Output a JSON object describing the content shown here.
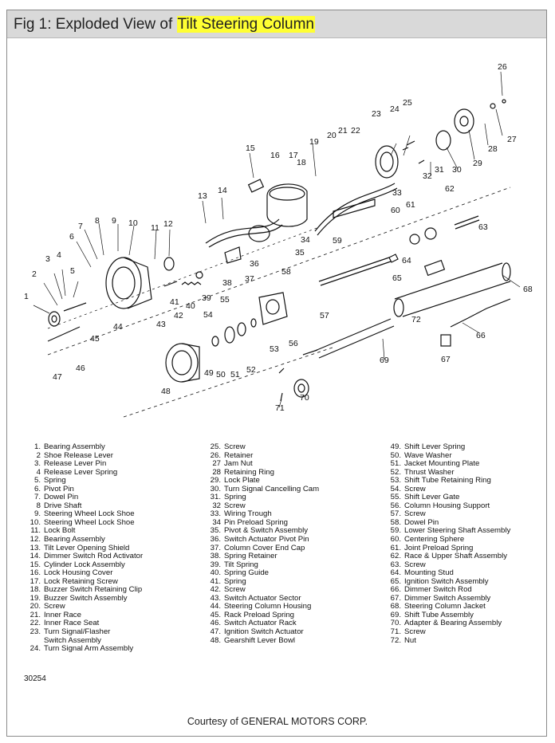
{
  "header": {
    "prefix": "Fig 1: Exploded View of ",
    "highlight": "Tilt Steering Column"
  },
  "callouts": [
    "1",
    "2",
    "3",
    "4",
    "5",
    "6",
    "7",
    "8",
    "9",
    "10",
    "11",
    "12",
    "13",
    "14",
    "15",
    "16",
    "17",
    "18",
    "19",
    "20",
    "21",
    "22",
    "23",
    "24",
    "25",
    "26",
    "27",
    "28",
    "29",
    "30",
    "31",
    "32",
    "33",
    "34",
    "35",
    "36",
    "37",
    "38",
    "39",
    "40",
    "41",
    "42",
    "43",
    "44",
    "45",
    "46",
    "47",
    "48",
    "49",
    "50",
    "51",
    "52",
    "53",
    "54",
    "55",
    "56",
    "57",
    "58",
    "59",
    "60",
    "61",
    "62",
    "63",
    "64",
    "65",
    "66",
    "67",
    "68",
    "69",
    "70",
    "71",
    "72"
  ],
  "legend": [
    {
      "n": "1.",
      "t": "Bearing Assembly"
    },
    {
      "n": "2",
      "t": "Shoe Release Lever"
    },
    {
      "n": "3.",
      "t": "Release Lever Pin"
    },
    {
      "n": "4",
      "t": "Release Lever Spring"
    },
    {
      "n": "5.",
      "t": "Spring"
    },
    {
      "n": "6.",
      "t": "Pivot Pin"
    },
    {
      "n": "7.",
      "t": "Dowel Pin"
    },
    {
      "n": "8",
      "t": "Drive Shaft"
    },
    {
      "n": "9.",
      "t": "Steering Wheel Lock Shoe"
    },
    {
      "n": "10.",
      "t": "Steering Wheel Lock Shoe"
    },
    {
      "n": "11.",
      "t": "Lock Bolt"
    },
    {
      "n": "12.",
      "t": "Bearing Assembly"
    },
    {
      "n": "13.",
      "t": "Tilt Lever Opening Shield"
    },
    {
      "n": "14.",
      "t": "Dimmer Switch Rod Activator"
    },
    {
      "n": "15.",
      "t": "Cylinder Lock Assembly"
    },
    {
      "n": "16.",
      "t": "Lock Housing Cover"
    },
    {
      "n": "17.",
      "t": "Lock Retaining Screw"
    },
    {
      "n": "18.",
      "t": "Buzzer Switch Retaining Clip"
    },
    {
      "n": "19.",
      "t": "Buzzer Switch Assembly"
    },
    {
      "n": "20.",
      "t": "Screw"
    },
    {
      "n": "21.",
      "t": "Inner Race"
    },
    {
      "n": "22.",
      "t": "Inner Race Seat"
    },
    {
      "n": "23.",
      "t": "Turn Signal/Flasher"
    },
    {
      "n": "",
      "t": "Switch Assembly"
    },
    {
      "n": "24.",
      "t": "Turn Signal Arm Assembly"
    },
    {
      "n": "25.",
      "t": "Screw"
    },
    {
      "n": "26.",
      "t": "Retainer"
    },
    {
      "n": "27",
      "t": "Jam Nut"
    },
    {
      "n": "28",
      "t": "Retaining Ring"
    },
    {
      "n": "29.",
      "t": "Lock Plate"
    },
    {
      "n": "30.",
      "t": "Turn Signal Cancelling Cam"
    },
    {
      "n": "31.",
      "t": "Spring"
    },
    {
      "n": "32",
      "t": "Screw"
    },
    {
      "n": "33.",
      "t": "Wiring Trough"
    },
    {
      "n": "34",
      "t": "Pin Preload Spring"
    },
    {
      "n": "35.",
      "t": "Pivot & Switch Assembly"
    },
    {
      "n": "36.",
      "t": "Switch Actuator Pivot Pin"
    },
    {
      "n": "37.",
      "t": "Column Cover End Cap"
    },
    {
      "n": "38.",
      "t": "Spring Retainer"
    },
    {
      "n": "39.",
      "t": "Tilt Spring"
    },
    {
      "n": "40.",
      "t": "Spring Guide"
    },
    {
      "n": "41.",
      "t": "Spring"
    },
    {
      "n": "42.",
      "t": "Screw"
    },
    {
      "n": "43.",
      "t": "Switch Actuator Sector"
    },
    {
      "n": "44.",
      "t": "Steering Column Housing"
    },
    {
      "n": "45.",
      "t": "Rack Preload Spring"
    },
    {
      "n": "46.",
      "t": "Switch Actuator Rack"
    },
    {
      "n": "47.",
      "t": "Ignition Switch Actuator"
    },
    {
      "n": "48.",
      "t": "Gearshift Lever Bowl"
    },
    {
      "n": "49.",
      "t": "Shift Lever Spring"
    },
    {
      "n": "50.",
      "t": "Wave Washer"
    },
    {
      "n": "51.",
      "t": "Jacket Mounting Plate"
    },
    {
      "n": "52.",
      "t": "Thrust Washer"
    },
    {
      "n": "53.",
      "t": "Shift Tube Retaining Ring"
    },
    {
      "n": "54.",
      "t": "Screw"
    },
    {
      "n": "55.",
      "t": "Shift Lever Gate"
    },
    {
      "n": "56.",
      "t": "Column Housing Support"
    },
    {
      "n": "57.",
      "t": "Screw"
    },
    {
      "n": "58.",
      "t": "Dowel Pin"
    },
    {
      "n": "59.",
      "t": "Lower Steering Shaft Assembly"
    },
    {
      "n": "60.",
      "t": "Centering Sphere"
    },
    {
      "n": "61.",
      "t": "Joint Preload Spring"
    },
    {
      "n": "62.",
      "t": "Race & Upper Shaft Assembly"
    },
    {
      "n": "63.",
      "t": "Screw"
    },
    {
      "n": "64.",
      "t": "Mounting Stud"
    },
    {
      "n": "65.",
      "t": "Ignition Switch Assembly"
    },
    {
      "n": "66.",
      "t": "Dimmer Switch Rod"
    },
    {
      "n": "67.",
      "t": "Dimmer Switch Assembly"
    },
    {
      "n": "68.",
      "t": "Steering Column Jacket"
    },
    {
      "n": "69.",
      "t": "Shift Tube Assembly"
    },
    {
      "n": "70.",
      "t": "Adapter & Bearing Assembly"
    },
    {
      "n": "71.",
      "t": "Screw"
    },
    {
      "n": "72.",
      "t": "Nut"
    }
  ],
  "figure_id": "30254",
  "credit": "Courtesy of GENERAL MOTORS CORP.",
  "colors": {
    "title_bar": "#d9d9d9",
    "highlight": "#ffff33",
    "ink": "#111111"
  }
}
